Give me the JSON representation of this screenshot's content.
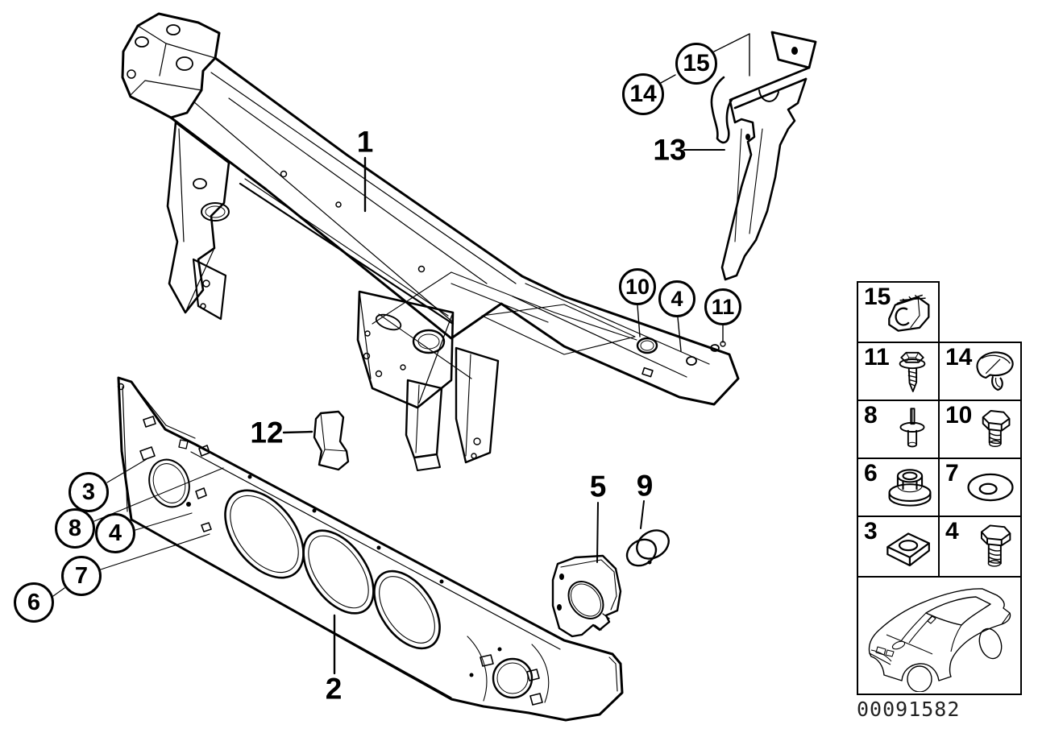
{
  "diagram": {
    "plain_callouts": {
      "p1": "1",
      "p2": "2",
      "p5": "5",
      "p9": "9",
      "p12": "12",
      "p13": "13"
    },
    "circle_callouts": {
      "c3": "3",
      "c4_left": "4",
      "c4_mid": "4",
      "c6": "6",
      "c7": "7",
      "c8": "8",
      "c10": "10",
      "c11": "11",
      "c14": "14",
      "c15": "15"
    },
    "parts": {
      "part1": "front panel upper cross member",
      "part2": "front panel lower section",
      "part5": "mounting plate",
      "part9": "bushing cap",
      "part12": "small bracket",
      "part13": "side support bracket"
    }
  },
  "legend": {
    "cells": [
      {
        "num": "15",
        "icon": "spring-clip"
      },
      {
        "num": "11",
        "icon": "self-tapping-screw"
      },
      {
        "num": "14",
        "icon": "expanding-plug"
      },
      {
        "num": "8",
        "icon": "blind-rivet"
      },
      {
        "num": "10",
        "icon": "hex-bolt-short"
      },
      {
        "num": "6",
        "icon": "flange-nut"
      },
      {
        "num": "7",
        "icon": "washer"
      },
      {
        "num": "3",
        "icon": "square-nut"
      },
      {
        "num": "4",
        "icon": "hex-bolt"
      }
    ],
    "vehicle_icon": "bmw-coupe",
    "part_code": "00091582"
  },
  "colors": {
    "line": "#000000",
    "background": "#ffffff"
  }
}
